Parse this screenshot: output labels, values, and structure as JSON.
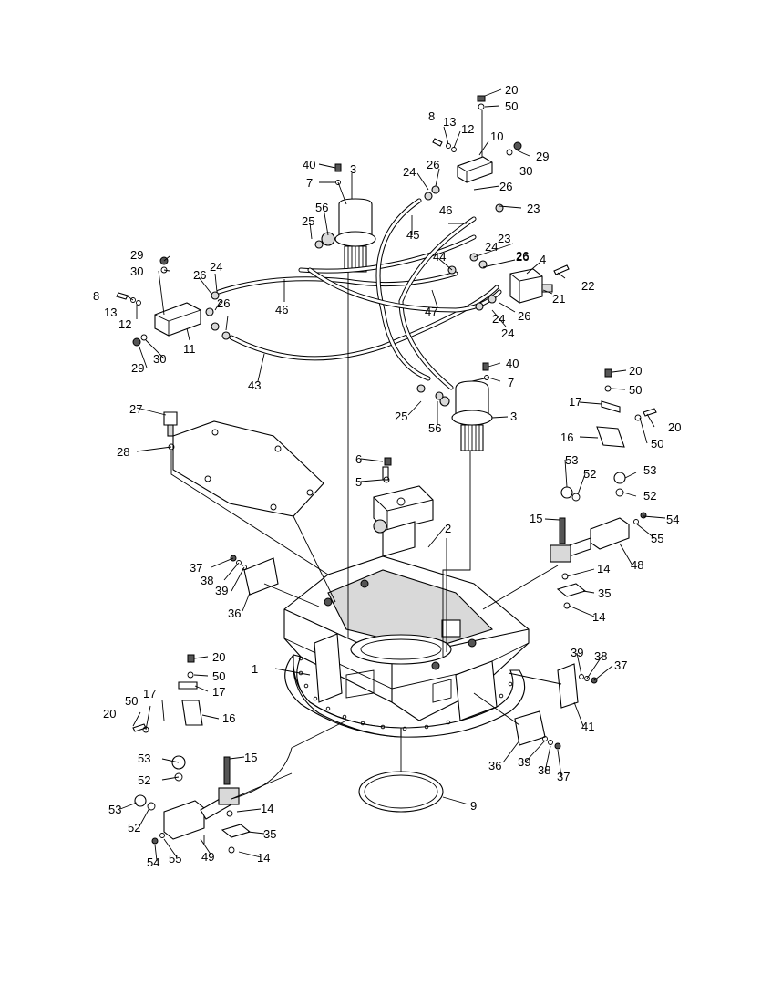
{
  "labels": [
    "20",
    "50",
    "8",
    "13",
    "12",
    "10",
    "29",
    "30",
    "40",
    "3",
    "7",
    "24",
    "26",
    "26",
    "23",
    "56",
    "25",
    "45",
    "46",
    "23",
    "26",
    "4",
    "22",
    "21",
    "29",
    "30",
    "44",
    "24",
    "26",
    "8",
    "13",
    "12",
    "26",
    "24",
    "46",
    "47",
    "24",
    "24",
    "26",
    "26",
    "11",
    "29",
    "30",
    "43",
    "40",
    "7",
    "27",
    "25",
    "56",
    "3",
    "20",
    "17",
    "50",
    "20",
    "16",
    "50",
    "28",
    "6",
    "5",
    "53",
    "52",
    "53",
    "52",
    "2",
    "15",
    "54",
    "55",
    "48",
    "37",
    "38",
    "39",
    "36",
    "14",
    "35",
    "14",
    "20",
    "50",
    "17",
    "39",
    "38",
    "37",
    "1",
    "41",
    "20",
    "50",
    "17",
    "16",
    "36",
    "39",
    "38",
    "37",
    "15",
    "53",
    "52",
    "9",
    "53",
    "52",
    "14",
    "35",
    "14",
    "49",
    "54",
    "55"
  ]
}
